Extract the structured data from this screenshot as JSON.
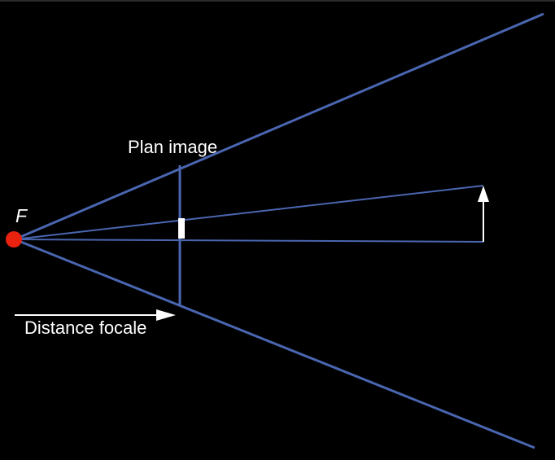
{
  "labels": {
    "focal_point": "F",
    "image_plane": "Plan image",
    "focal_distance": "Distance focale"
  },
  "colors": {
    "background": "#000000",
    "ray_lines": "#4a66b0",
    "focal_point": "#e8220f",
    "arrows": "#ffffff",
    "text": "#ffffff"
  }
}
